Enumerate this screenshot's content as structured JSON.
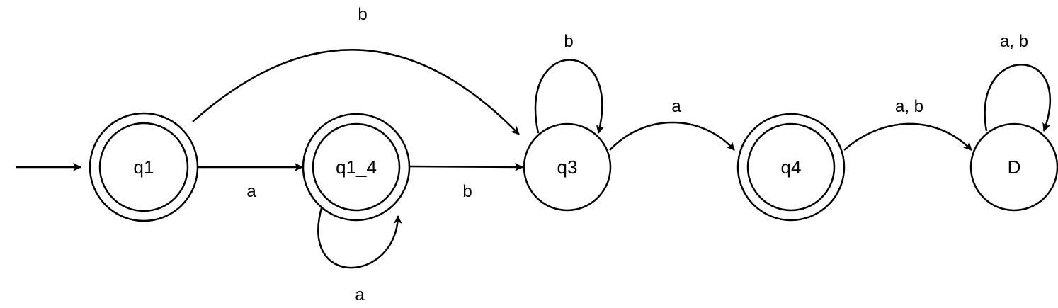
{
  "states": [
    {
      "id": "q1",
      "label": "q1",
      "accepting": true
    },
    {
      "id": "q1_4",
      "label": "q1_4",
      "accepting": true
    },
    {
      "id": "q3",
      "label": "q3",
      "accepting": false
    },
    {
      "id": "q4",
      "label": "q4",
      "accepting": true
    },
    {
      "id": "D",
      "label": "D",
      "accepting": false
    }
  ],
  "start_state": "q1",
  "transitions": [
    {
      "from": "q1",
      "to": "q1_4",
      "label": "a"
    },
    {
      "from": "q1",
      "to": "q3",
      "label": "b"
    },
    {
      "from": "q1_4",
      "to": "q1_4",
      "label": "a"
    },
    {
      "from": "q1_4",
      "to": "q3",
      "label": "b"
    },
    {
      "from": "q3",
      "to": "q3",
      "label": "b"
    },
    {
      "from": "q3",
      "to": "q4",
      "label": "a"
    },
    {
      "from": "q4",
      "to": "D",
      "label": "a, b"
    },
    {
      "from": "D",
      "to": "D",
      "label": "a, b"
    }
  ]
}
